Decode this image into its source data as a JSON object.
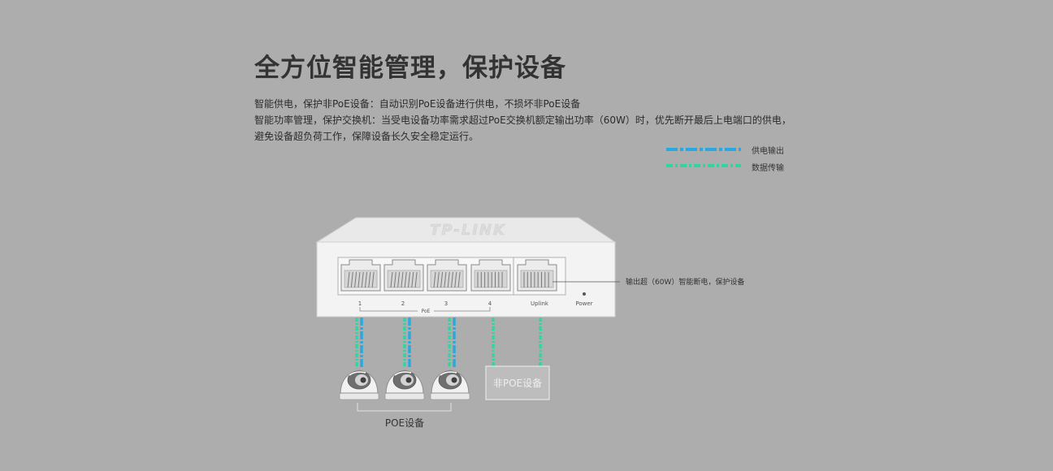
{
  "title": "全方位智能管理，保护设备",
  "description": [
    "智能供电，保护非PoE设备：自动识别PoE设备进行供电，不损坏非PoE设备",
    "智能功率管理，保护交换机：当受电设备功率需求超过PoE交换机额定输出功率（60W）时，优先断开最后上电端口的供电，",
    "避免设备超负荷工作，保障设备长久安全稳定运行。"
  ],
  "legend": {
    "power": {
      "label": "供电输出",
      "color": "#29a9e0"
    },
    "data": {
      "label": "数据传输",
      "color": "#2fd6a4"
    }
  },
  "switch": {
    "brand": "TP-LINK",
    "ports": [
      "1",
      "2",
      "3",
      "4"
    ],
    "poe_label": "PoE",
    "uplink_label": "Uplink",
    "power_label": "Power"
  },
  "callout": "输出超（60W）智能断电，保护设备",
  "devices": {
    "non_poe_label": "非POE设备",
    "poe_group_label": "POE设备"
  }
}
